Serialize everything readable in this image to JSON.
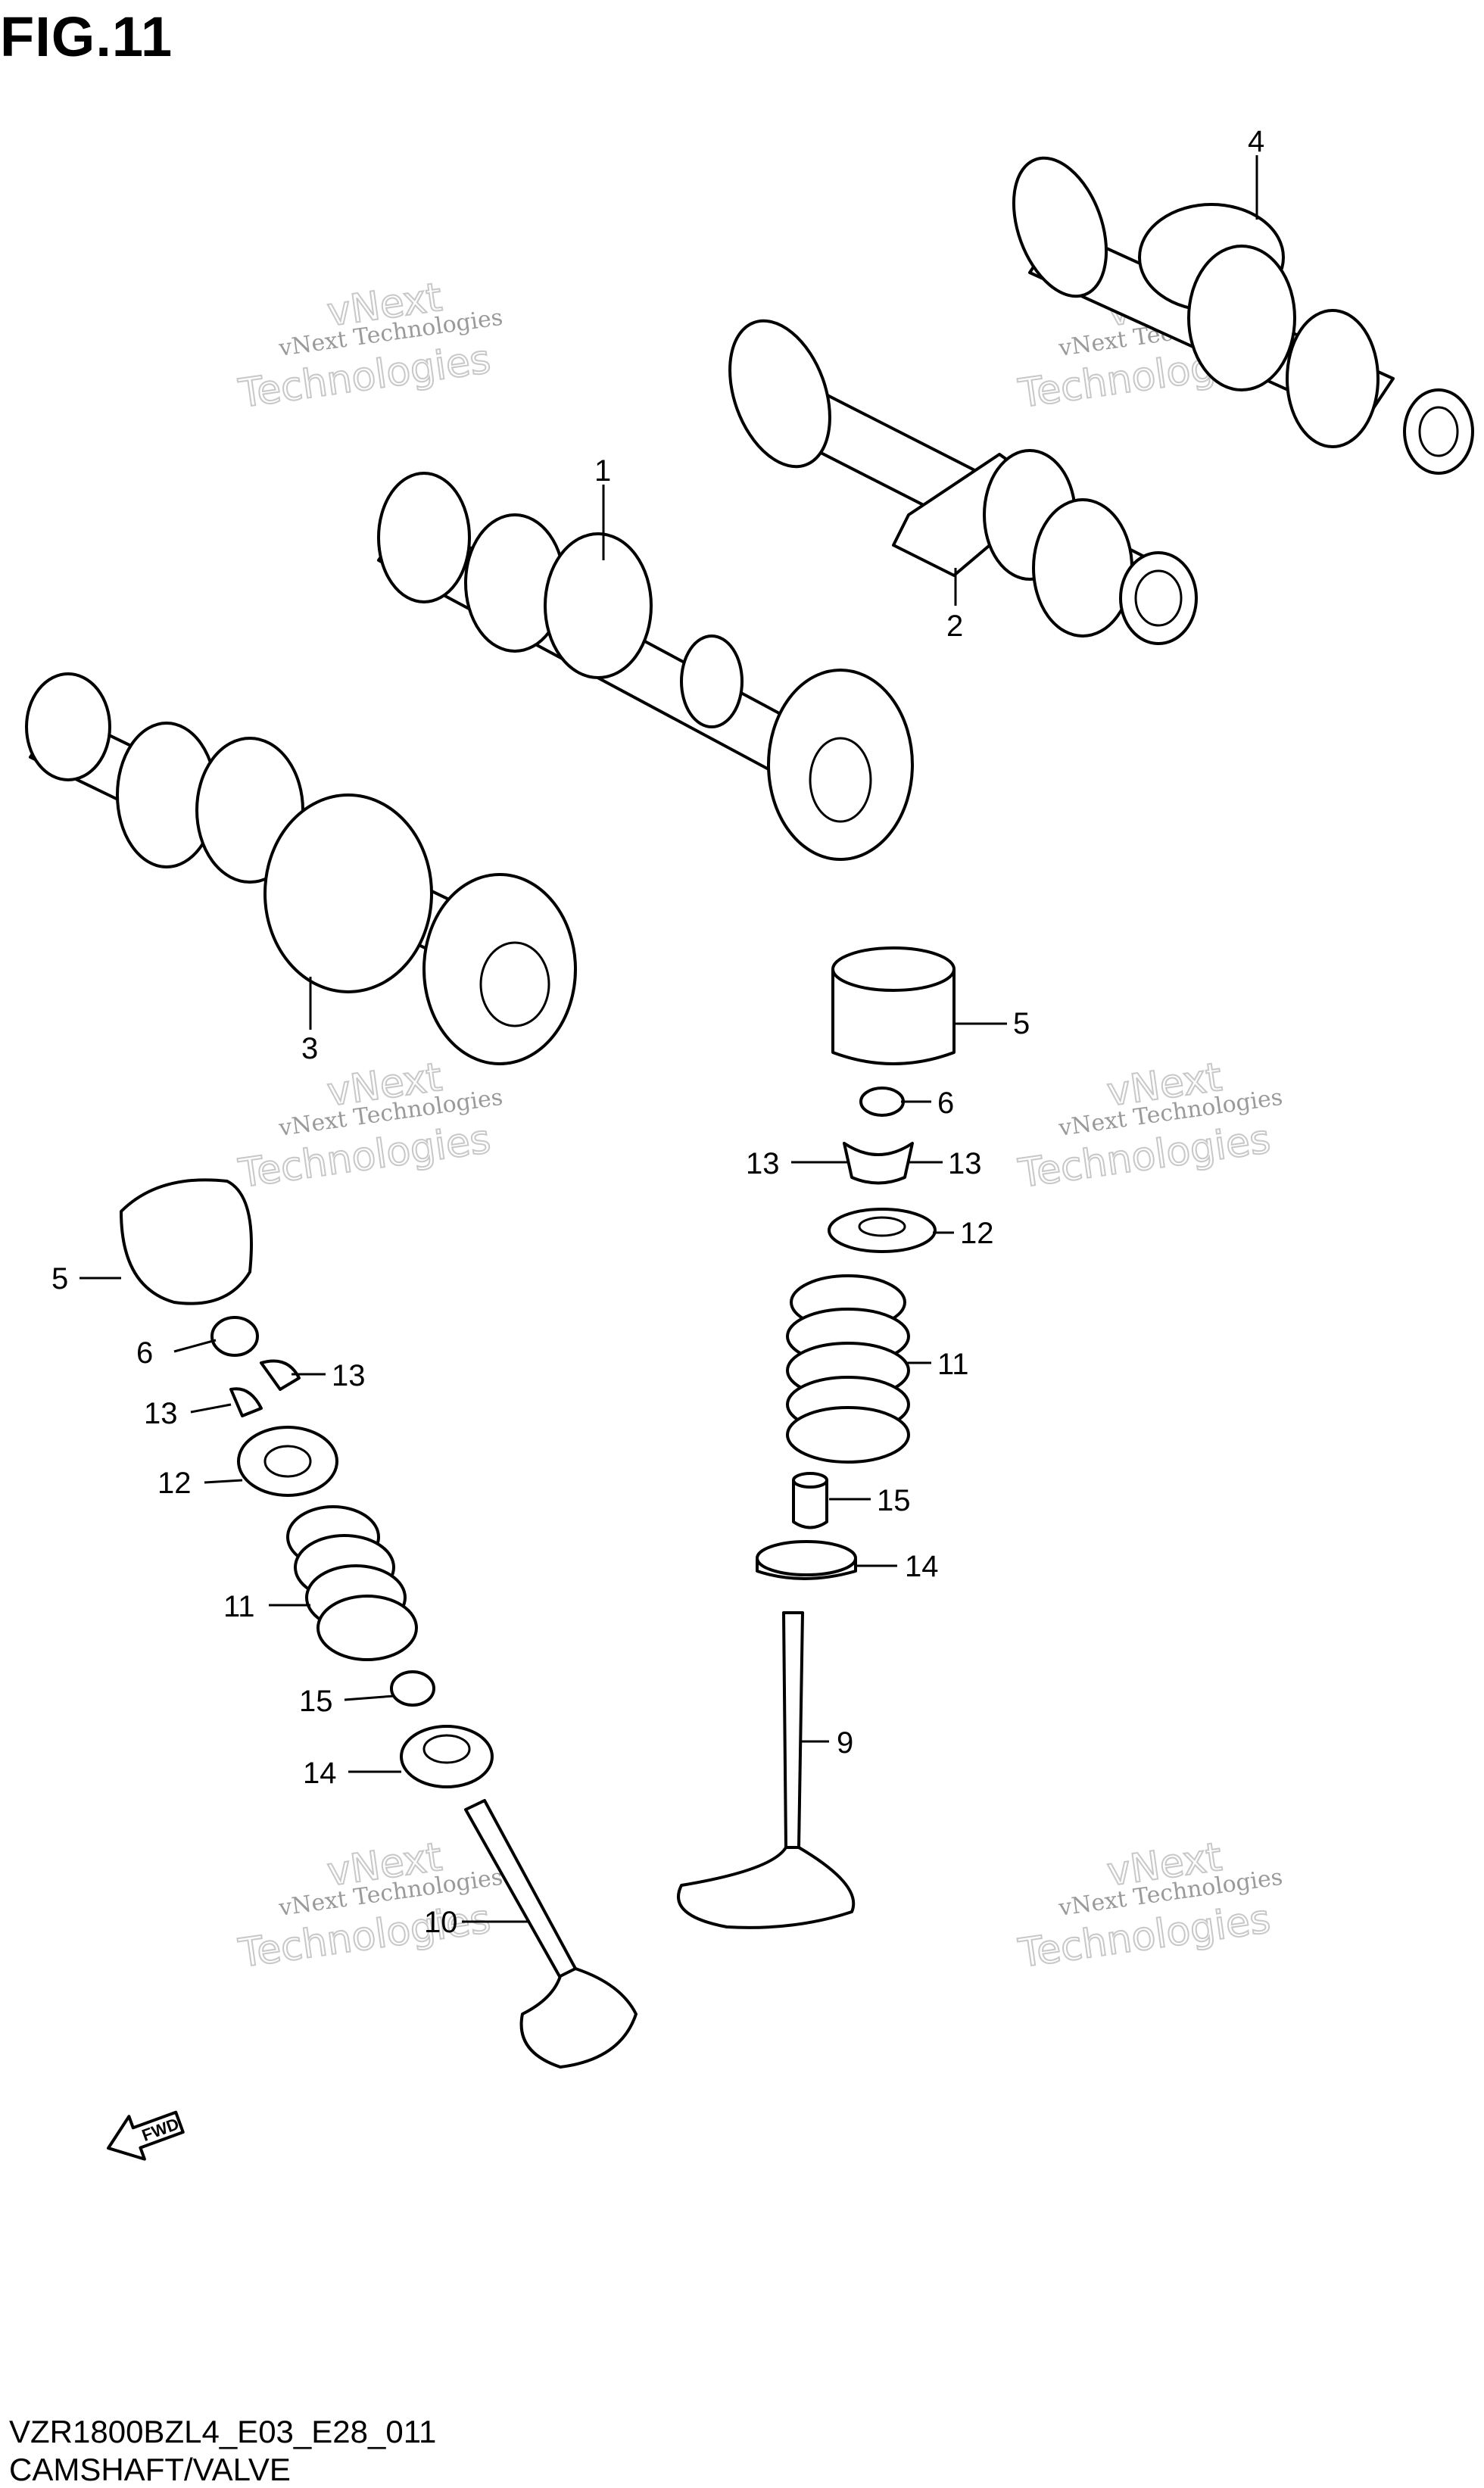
{
  "figure": {
    "title": "FIG.11",
    "code": "VZR1800BZL4_E03_E28_011",
    "name": "CAMSHAFT/VALVE"
  },
  "watermark": {
    "line1": "vNext Technologies",
    "line2": "vNext",
    "line3": "Technologies"
  },
  "direction_arrow": {
    "label": "FWD"
  },
  "callouts": [
    "1",
    "2",
    "3",
    "4",
    "5",
    "6",
    "13",
    "13",
    "12",
    "11",
    "15",
    "14",
    "9",
    "5",
    "6",
    "13",
    "13",
    "12",
    "11",
    "15",
    "14",
    "10"
  ]
}
